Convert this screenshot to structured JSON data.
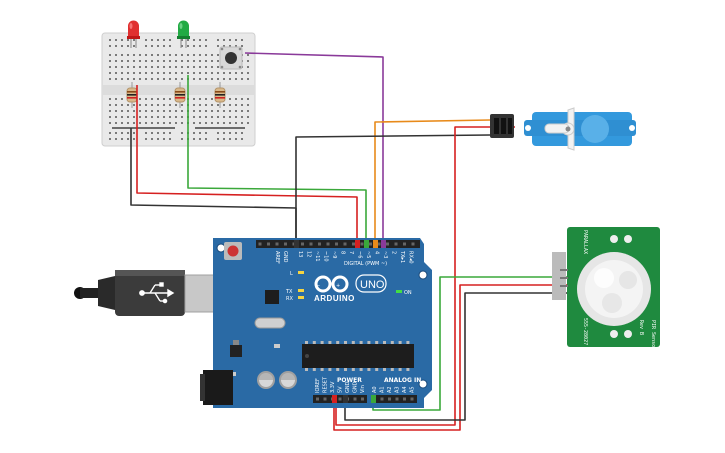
{
  "arduino": {
    "logo": "ARDUINO",
    "model": "UNO",
    "on_label": "ON",
    "tx_label": "TX",
    "rx_label": "RX",
    "l_label": "L",
    "digital_header": "DIGITAL (PWM ~)",
    "power_header": "POWER",
    "analog_header": "ANALOG IN",
    "aref": "AREF",
    "gnd": "GND",
    "digital_pins": [
      "13",
      "12",
      "~11",
      "~10",
      "~9",
      "8",
      "7",
      "~6",
      "~5",
      "4",
      "~3",
      "2",
      "TX▸1",
      "RX◂0"
    ],
    "power_pins": [
      "IOREF",
      "RESET",
      "3.3V",
      "5V",
      "GND",
      "GND",
      "Vin"
    ],
    "analog_pins": [
      "A0",
      "A1",
      "A2",
      "A3",
      "A4",
      "A5"
    ]
  },
  "pir": {
    "label_top": "PARALLAX",
    "label_bottom": "555-28027",
    "label_rev": "Rev B",
    "label_side": "PIR Sensor"
  },
  "colors": {
    "board": "#2a6aa5",
    "breadboard": "#e8e8e8",
    "servo": "#3399dd",
    "pir_pcb": "#1f8a3f",
    "wire_red": "#d62020",
    "wire_black": "#333333",
    "wire_green": "#3aa83a",
    "wire_orange": "#e88a1a",
    "wire_purple": "#8a3a9a",
    "led_red": "#e03030",
    "led_green": "#22aa44"
  }
}
